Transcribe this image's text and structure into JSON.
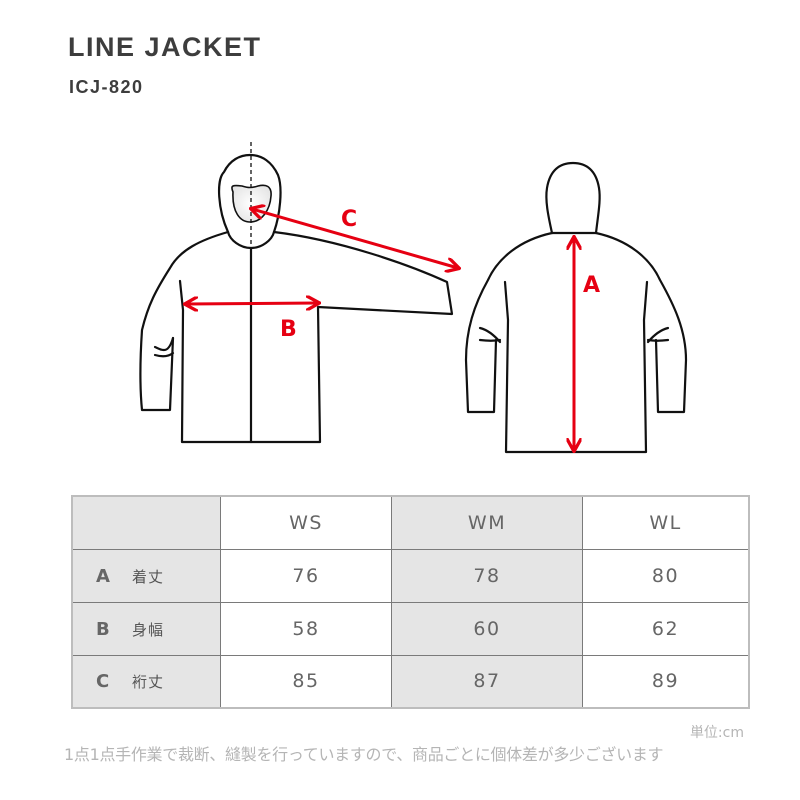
{
  "header": {
    "title": "LINE JACKET",
    "product_code": "ICJ-820"
  },
  "illustration": {
    "front_labels": {
      "c": "C",
      "b": "B"
    },
    "back_labels": {
      "a": "A"
    },
    "accent_color": "#e60012"
  },
  "size_table": {
    "columns": [
      "",
      "WS",
      "WM",
      "WL"
    ],
    "rows": [
      {
        "letter": "A",
        "name": "着丈",
        "values": [
          "76",
          "78",
          "80"
        ]
      },
      {
        "letter": "B",
        "name": "身幅",
        "values": [
          "58",
          "60",
          "62"
        ]
      },
      {
        "letter": "C",
        "name": "裄丈",
        "values": [
          "85",
          "87",
          "89"
        ]
      }
    ]
  },
  "footer": {
    "unit": "単位:cm",
    "note": "1点1点手作業で裁断、縫製を行っていますので、商品ごとに個体差が多少ございます"
  }
}
